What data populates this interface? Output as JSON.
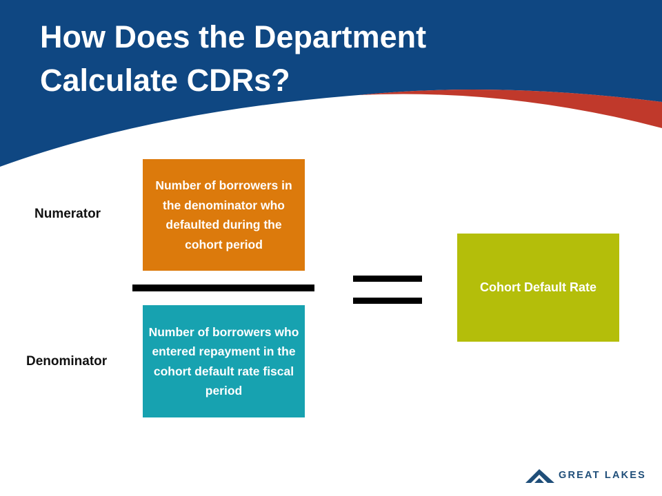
{
  "title": {
    "line1": "How Does the Department",
    "line2": "Calculate CDRs?"
  },
  "labels": {
    "numerator": "Numerator",
    "denominator": "Denominator"
  },
  "boxes": {
    "numerator_text": "Number of borrowers in the denominator who defaulted during the cohort period",
    "denominator_text": "Number of borrowers who entered repayment in the cohort default rate fiscal period",
    "result_text": "Cohort Default Rate"
  },
  "colors": {
    "header_blue": "#0f4782",
    "accent_red": "#c0392b",
    "numerator_orange": "#dc7a0c",
    "denominator_teal": "#17a2b0",
    "result_green": "#b4be0a"
  },
  "logo": {
    "icon": "mountain-icon",
    "text": "GREAT LAKES"
  }
}
